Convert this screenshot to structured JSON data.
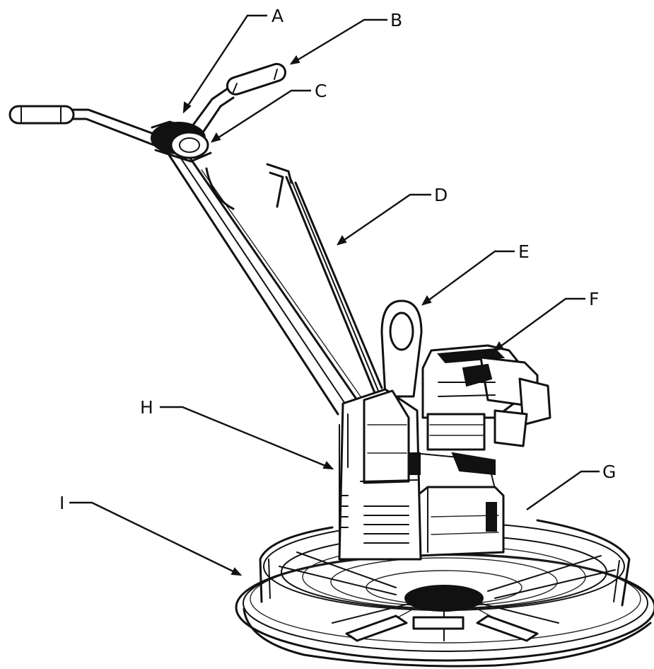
{
  "labels": {
    "A": "A",
    "B": "B",
    "C": "C",
    "D": "D",
    "E": "E",
    "F": "F",
    "G": "G",
    "H": "H",
    "I": "I"
  },
  "colors": {
    "ink": "#111111",
    "background": "#ffffff"
  }
}
